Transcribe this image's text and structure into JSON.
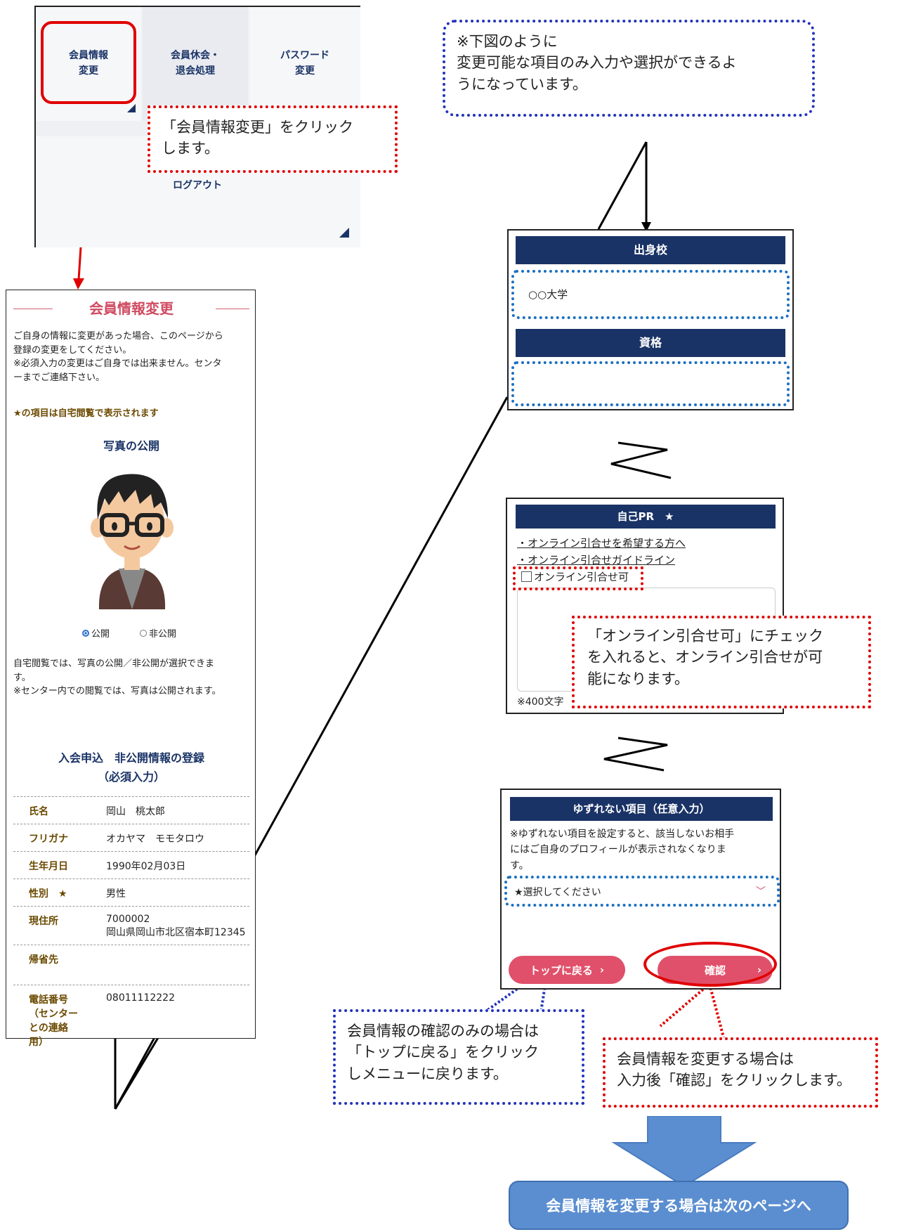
{
  "menu": {
    "tiles": [
      {
        "label": "会員情報\n変更"
      },
      {
        "label": "会員休会・\n退会処理"
      },
      {
        "label": "パスワード\n変更"
      },
      {
        "label": "ログアウト"
      }
    ]
  },
  "callouts": {
    "click_member_info": "「会員情報変更」をクリック\nします。",
    "editable_note": "※下図のように\n変更可能な項目のみ入力や選択ができるよ\nうになっています。",
    "online_check": "「オンライン引合せ可」にチェック\nを入れると、オンライン引合せが可\n能になります。",
    "back_top": "会員情報の確認のみの場合は\n「トップに戻る」をクリック\nしメニューに戻ります。",
    "confirm": "会員情報を変更する場合は\n入力後「確認」をクリックします。",
    "next_page": "会員情報を変更する場合は次のページへ"
  },
  "form": {
    "title": "会員情報変更",
    "intro": "ご自身の情報に変更があった場合、このページから\n登録の変更をしてください。\n※必須入力の変更はご自身では出来ません。センタ\nーまでご連絡下さい。",
    "star_note": "★の項目は自宅閲覧で表示されます",
    "photo_title": "写真の公開",
    "radio_public": "公開",
    "radio_private": "非公開",
    "photo_note": "自宅閲覧では、写真の公開／非公開が選択できま\nす。\n※センター内での閲覧では、写真は公開されます。",
    "section_title": "入会申込　非公開情報の登録\n（必須入力）",
    "rows": [
      {
        "key": "氏名",
        "value": "岡山　桃太郎"
      },
      {
        "key": "フリガナ",
        "value": "オカヤマ　モモタロウ"
      },
      {
        "key": "生年月日",
        "value": "1990年02月03日"
      },
      {
        "key": "性別　★",
        "value": "男性"
      },
      {
        "key": "現住所",
        "value": "7000002\n岡山県岡山市北区宿本町12345"
      },
      {
        "key": "帰省先",
        "value": ""
      },
      {
        "key": "電話番号\n（センター\nとの連絡\n用）",
        "value": "08011112222"
      }
    ]
  },
  "school": {
    "header": "出身校",
    "value": "○○大学",
    "qual_header": "資格",
    "qual_value": ""
  },
  "pr": {
    "header": "自己PR　★",
    "link1": "・オンライン引合せを希望する方へ",
    "link2": "・オンライン引合せガイドライン",
    "checkbox_label": "オンライン引合せ可",
    "char_note": "※400文字"
  },
  "unyield": {
    "header": "ゆずれない項目（任意入力）",
    "note": "※ゆずれない項目を設定すると、該当しないお相手\nにはご自身のプロフィールが表示されなくなりま\nす。",
    "select_value": "★選択してください",
    "back_button": "トップに戻る",
    "confirm_button": "確認"
  }
}
